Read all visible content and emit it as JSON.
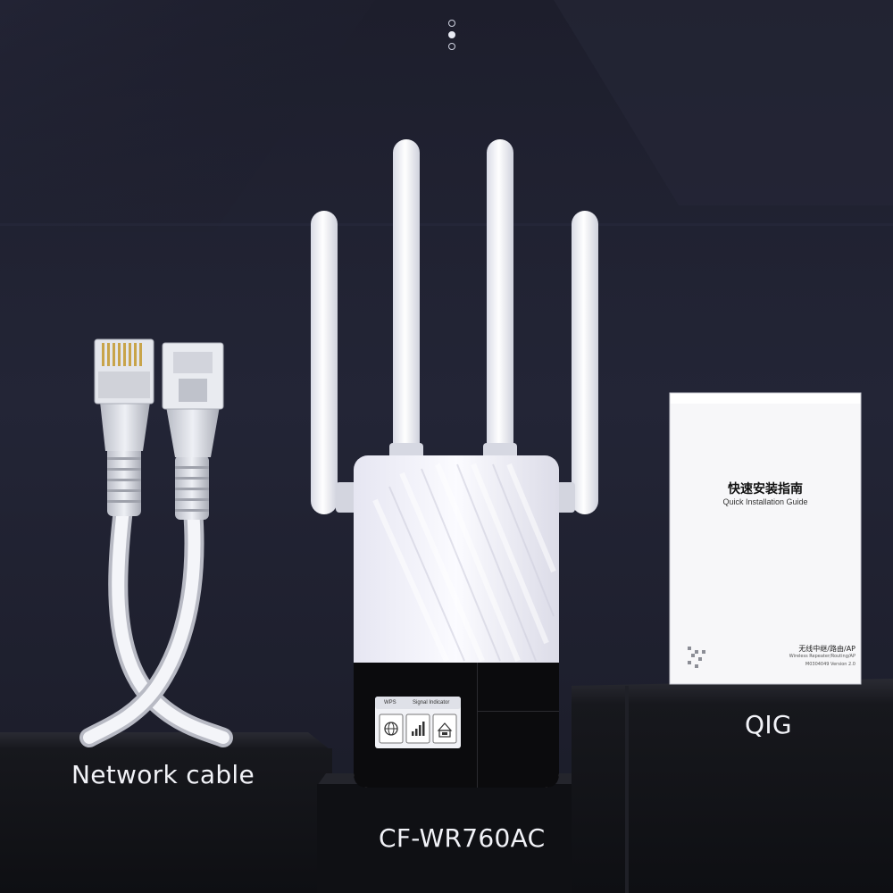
{
  "carousel": {
    "total": 3,
    "active_index": 1
  },
  "labels": {
    "network_cable": "Network cable",
    "device_model": "CF-WR760AC",
    "qig": "QIG"
  },
  "guide": {
    "title": "快速安装指南",
    "subtitle": "Quick Installation Guide",
    "footer_line1": "无线中继/路由/AP",
    "footer_line2": "Wireless Repeater/Routing/AP",
    "footer_line3": "M0304049 Version 2.0"
  },
  "device_panel": {
    "wps_label": "WPS",
    "signal_label": "Signal Indicator",
    "icons": [
      "globe-icon",
      "signal-bars-icon",
      "ethernet-icon"
    ]
  },
  "colors": {
    "background": "#1f2030",
    "device_white": "#f4f4fa",
    "device_black": "#0b0b0d",
    "pedestal": "#141519"
  }
}
